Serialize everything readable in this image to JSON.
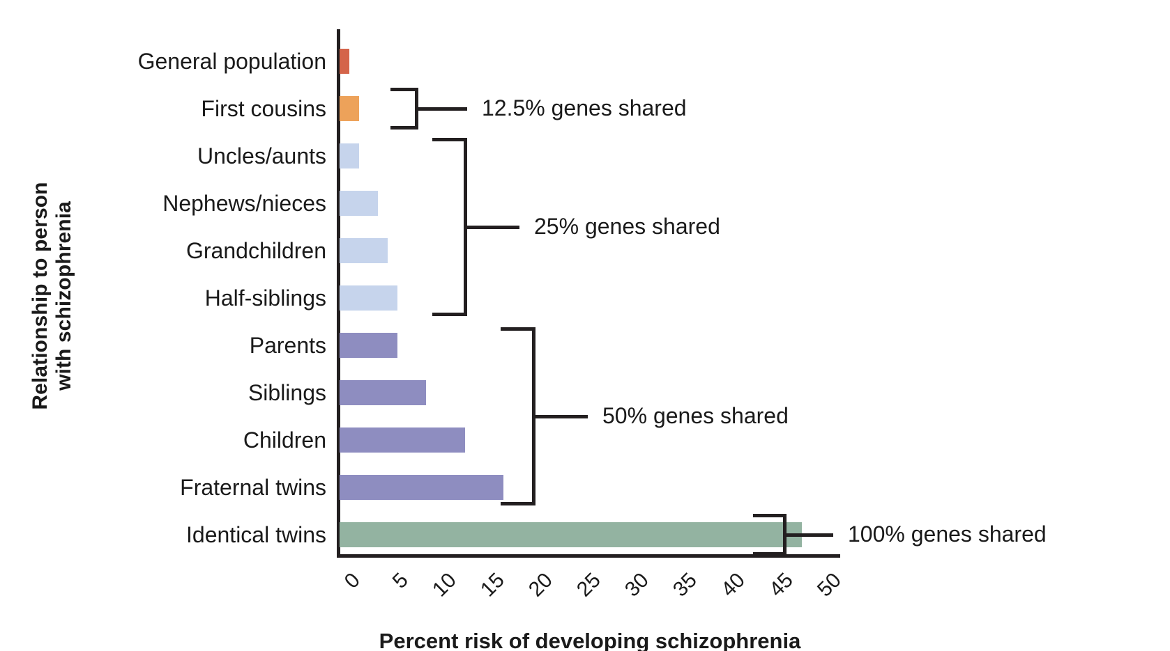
{
  "chart_data": {
    "type": "bar",
    "orientation": "horizontal",
    "title": "",
    "xlabel": "Percent risk of developing schizophrenia",
    "ylabel": "Relationship to person with schizophrenia",
    "xlim": [
      0,
      52
    ],
    "xticks": [
      "0",
      "5",
      "10",
      "15",
      "20",
      "25",
      "30",
      "35",
      "40",
      "45",
      "50"
    ],
    "xtick_values": [
      0,
      5,
      10,
      15,
      20,
      25,
      30,
      35,
      40,
      45,
      50
    ],
    "grid": false,
    "legend": "none",
    "categories": [
      "General population",
      "First cousins",
      "Uncles/aunts",
      "Nephews/nieces",
      "Grandchildren",
      "Half-siblings",
      "Parents",
      "Siblings",
      "Children",
      "Fraternal twins",
      "Identical twins"
    ],
    "values": [
      1,
      2,
      2,
      4,
      5,
      6,
      6,
      9,
      13,
      17,
      48
    ],
    "bar_colors": [
      "#d4644a",
      "#eda25a",
      "#c6d4ec",
      "#c6d4ec",
      "#c6d4ec",
      "#c6d4ec",
      "#8e8dc0",
      "#8e8dc0",
      "#8e8dc0",
      "#8e8dc0",
      "#93b3a1"
    ],
    "annotations": [
      {
        "label": "12.5% genes shared",
        "covers": [
          "First cousins"
        ]
      },
      {
        "label": "25% genes shared",
        "covers": [
          "Uncles/aunts",
          "Nephews/nieces",
          "Grandchildren",
          "Half-siblings"
        ]
      },
      {
        "label": "50% genes shared",
        "covers": [
          "Parents",
          "Siblings",
          "Children",
          "Fraternal twins"
        ]
      },
      {
        "label": "100% genes shared",
        "covers": [
          "Identical twins"
        ]
      }
    ]
  },
  "axis": {
    "y_title_line1": "Relationship to person",
    "y_title_line2": "with schizophrenia",
    "x_title": "Percent risk of developing schizophrenia"
  },
  "colors": {
    "axis": "#231f20",
    "text": "#1a1a1a",
    "background": "#ffffff",
    "general_population": "#d4644a",
    "first_cousins": "#eda25a",
    "quarter_group": "#c6d4ec",
    "half_group": "#8e8dc0",
    "identical_twins": "#93b3a1"
  }
}
